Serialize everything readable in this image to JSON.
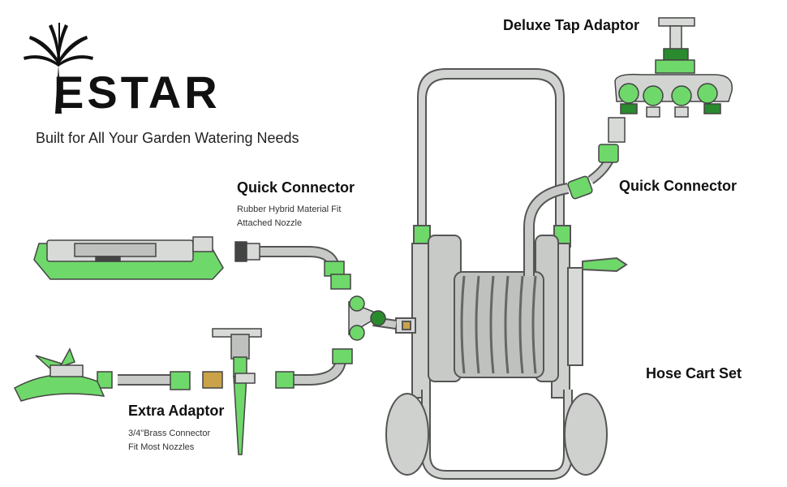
{
  "brand": {
    "name": "ESTAR",
    "tagline": "Built for All Your Garden Watering Needs"
  },
  "labels": {
    "deluxe_tap": "Deluxe Tap Adaptor",
    "quick_connector_left": "Quick Connector",
    "quick_connector_left_desc_1": "Rubber Hybrid Material Fit",
    "quick_connector_left_desc_2": "Attached Nozzle",
    "quick_connector_right": "Quick Connector",
    "extra_adaptor": "Extra Adaptor",
    "extra_adaptor_desc_1": "3/4\"Brass Connector",
    "extra_adaptor_desc_2": "Fit Most Nozzles",
    "hose_cart": "Hose Cart Set"
  },
  "colors": {
    "accent": "#6fd86a",
    "dark_accent": "#2a8a2e",
    "gray": "#c8cac8",
    "outline": "#444444",
    "brass": "#c9a24a"
  }
}
